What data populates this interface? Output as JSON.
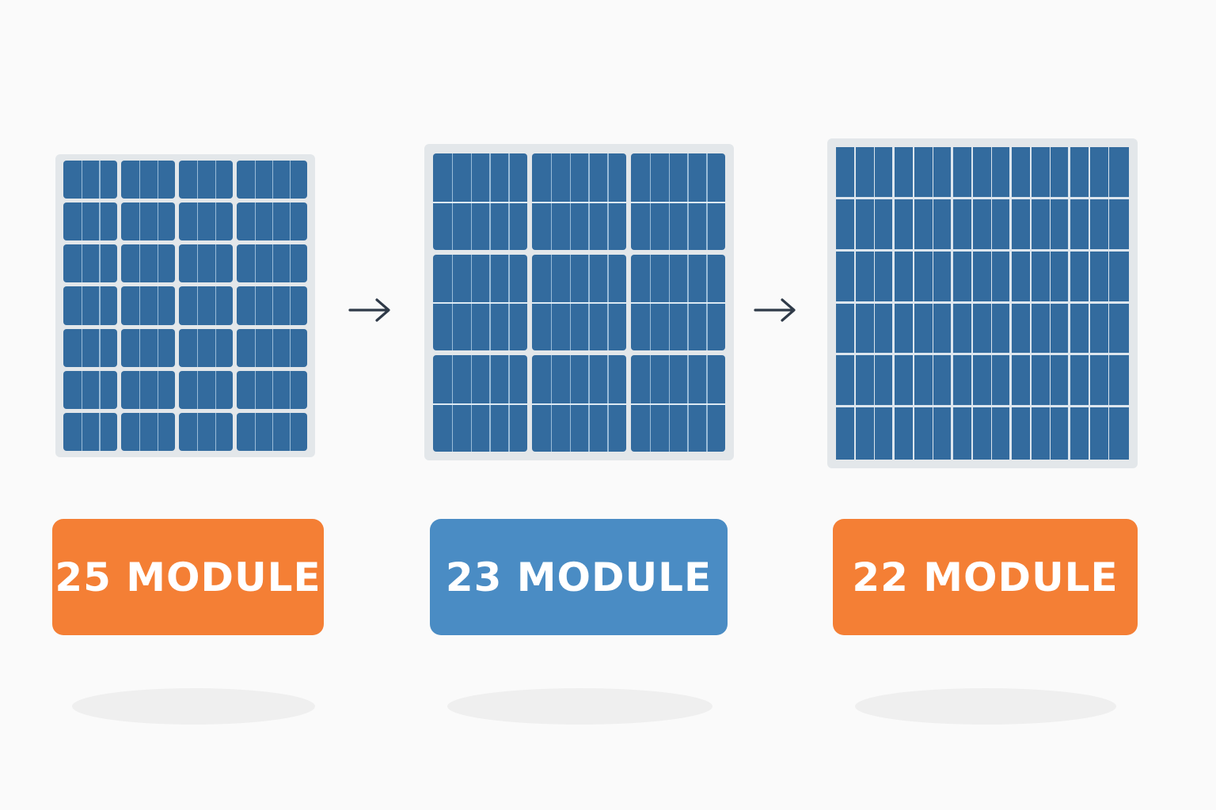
{
  "colors": {
    "background": "#fafafa",
    "panel_frame": "#e3e7ea",
    "cell_blue": "#336b9e",
    "orange": "#f47f35",
    "blue_label": "#4a8cc4",
    "arrow": "#2f3a48"
  },
  "panels": [
    {
      "name": "panel-25",
      "label": "25 MODULE",
      "label_color": "#f47f35",
      "grid": {
        "rows": 7,
        "cols": 4,
        "lines_per_cell": [
          2,
          2,
          2,
          3
        ],
        "split_rows": false
      }
    },
    {
      "name": "panel-23",
      "label": "23 MODULE",
      "label_color": "#4a8cc4",
      "grid": {
        "rows": 3,
        "cols": 3,
        "lines_per_cell": [
          4,
          4,
          4
        ],
        "split_rows": true
      }
    },
    {
      "name": "panel-22",
      "label": "22 MODULE",
      "label_color": "#f47f35",
      "grid": {
        "rows": 6,
        "cols": 15,
        "grouped_cols": 5
      }
    }
  ],
  "arrows": [
    {
      "name": "arrow-right-1",
      "icon": "arrow-right-icon"
    },
    {
      "name": "arrow-right-2",
      "icon": "arrow-right-icon"
    }
  ]
}
